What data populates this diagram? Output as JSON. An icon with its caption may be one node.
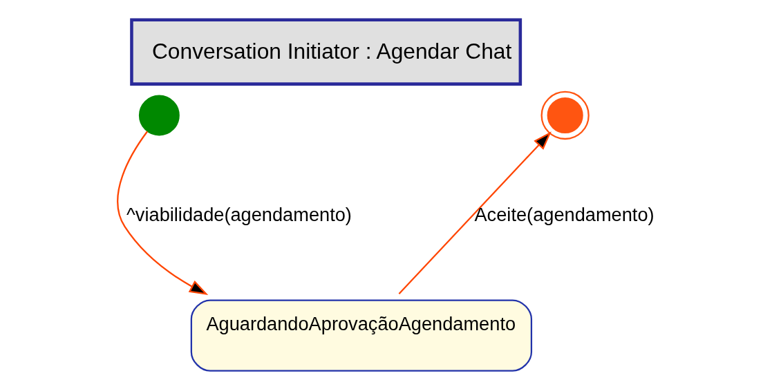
{
  "diagram": {
    "title": "Conversation Initiator : Agendar Chat",
    "nodes": [
      {
        "text": [],
        "shape": "circle"
      },
      {
        "text": [
          "AguardandoAprovaçãoAgendamento"
        ]
      },
      {
        "text": [],
        "shape": "circle"
      }
    ],
    "edges": [
      {
        "from": 0,
        "to": 1,
        "arrow": "to",
        "label": "^viabilidade(agendamento)"
      },
      {
        "from": 1,
        "to": 2,
        "arrow": "to",
        "label": "Aceite(agendamento)"
      }
    ]
  }
}
